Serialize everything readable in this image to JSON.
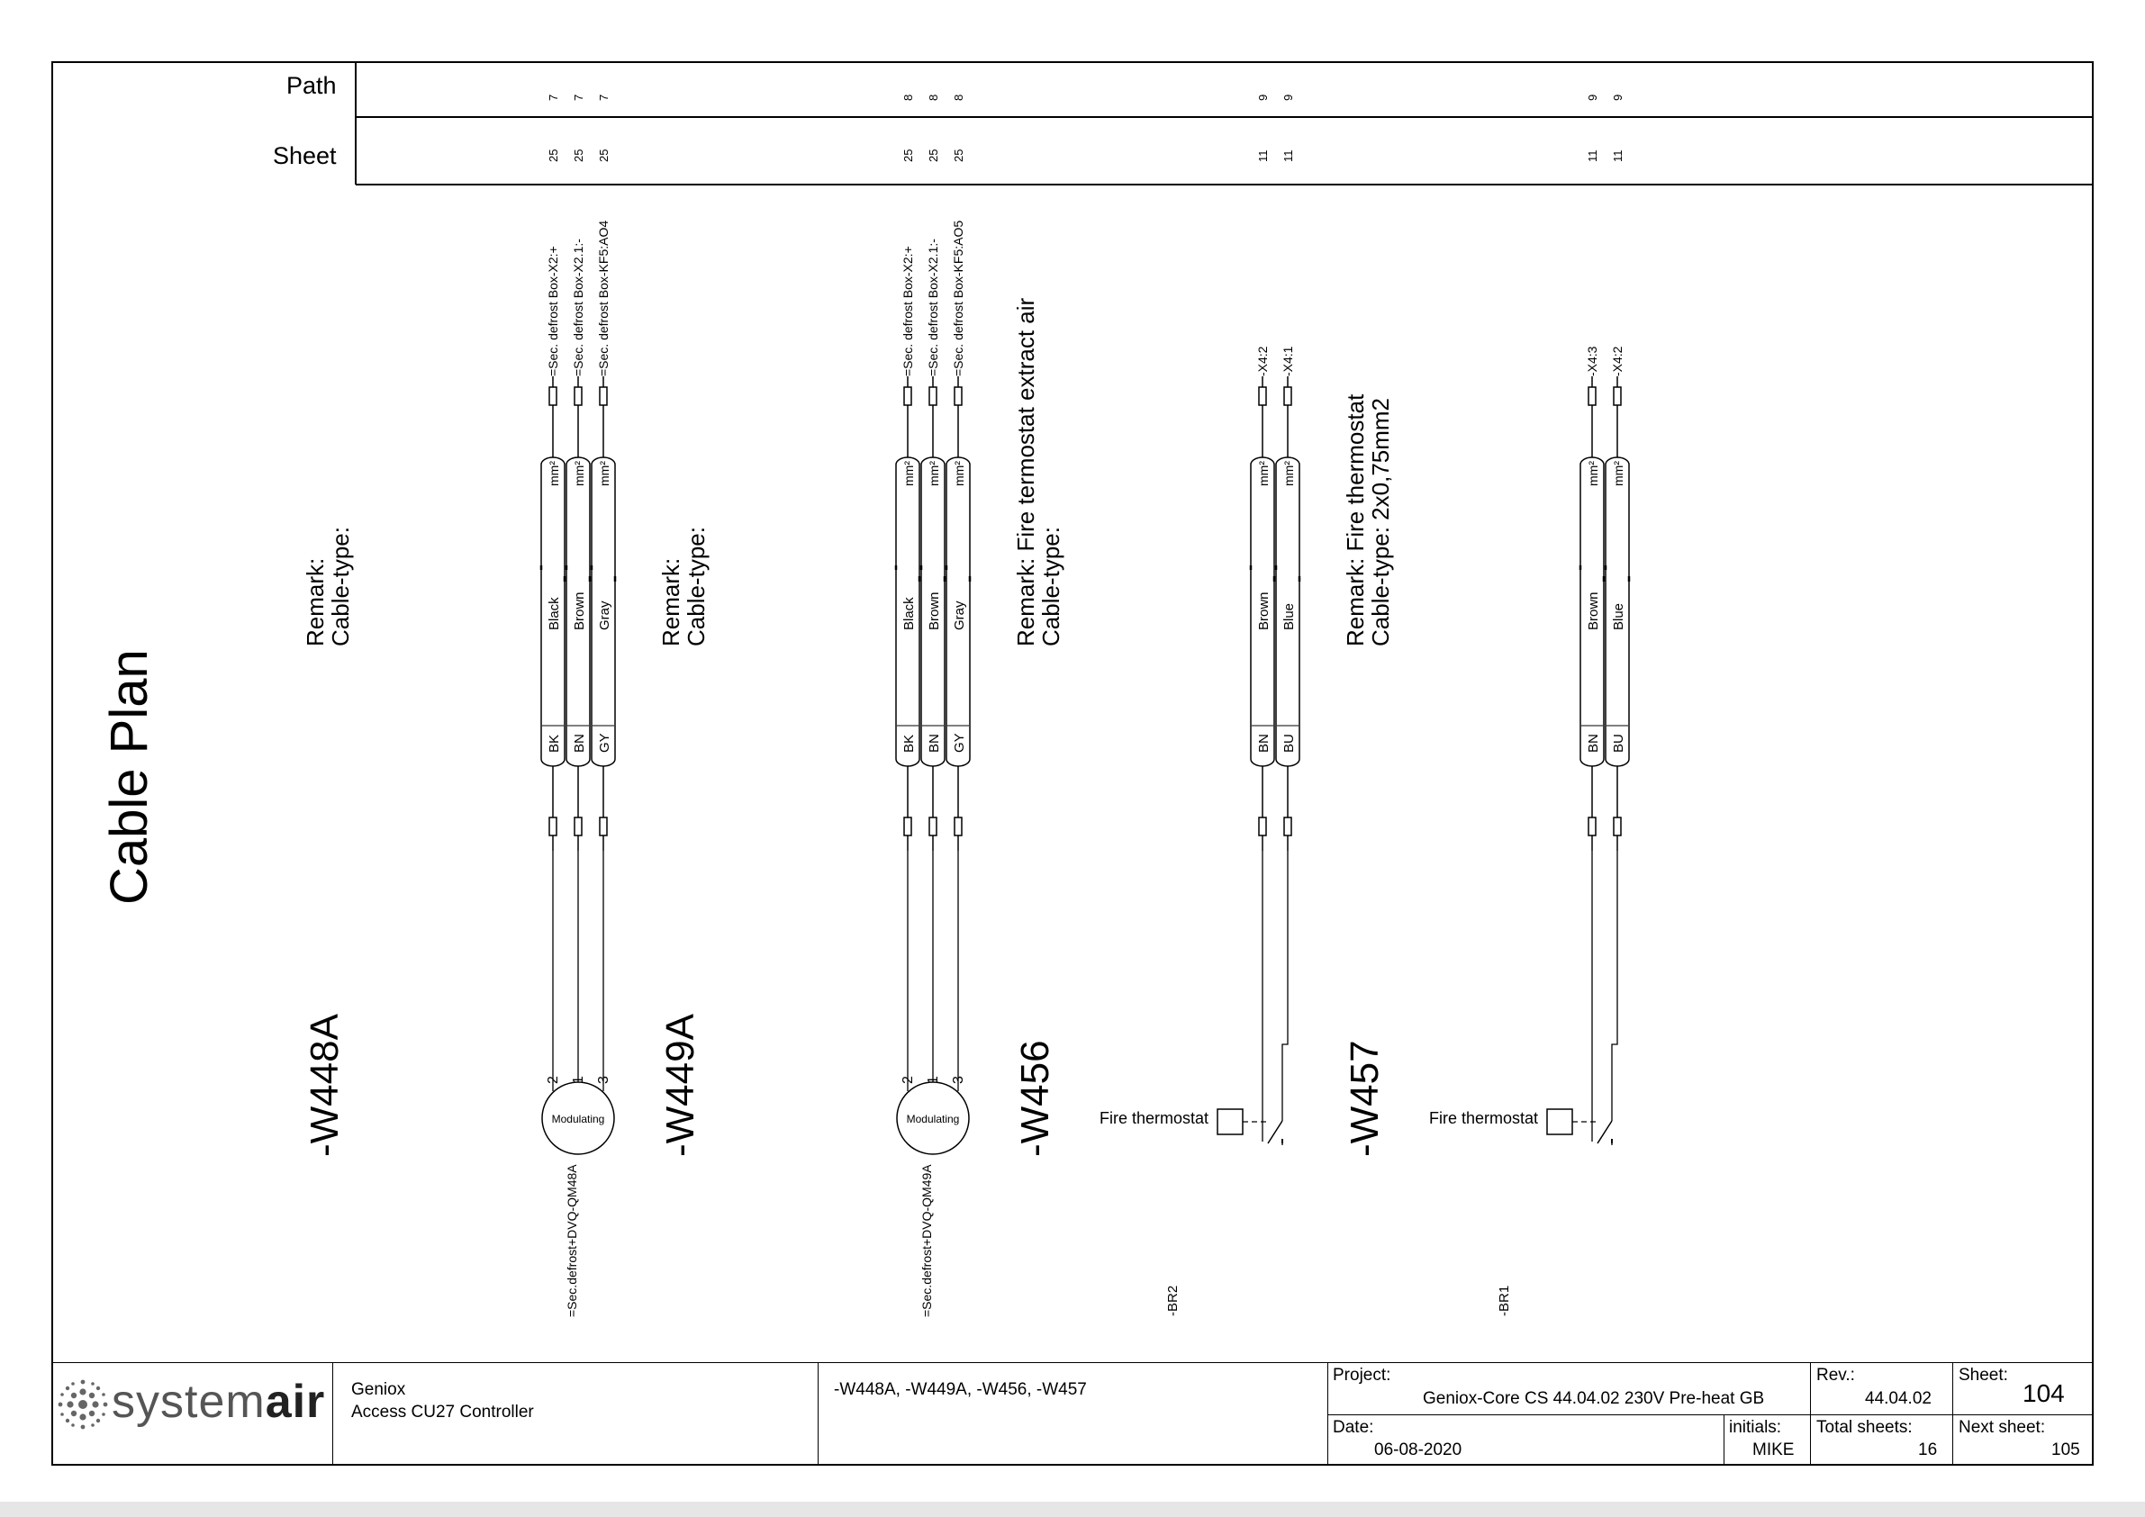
{
  "title": "Cable Plan",
  "header": {
    "path_label": "Path",
    "sheet_label": "Sheet"
  },
  "cables": [
    {
      "id": "-W448A",
      "remark": "Remark:",
      "cable_type": "Cable-type:",
      "paths": [
        "7",
        "7",
        "7"
      ],
      "sheets": [
        "25",
        "25",
        "25"
      ],
      "terminals": [
        "=Sec. defrost Box-X2:+",
        "=Sec. defrost Box-X2.1:-",
        "=Sec. defrost Box-KF5:AO4"
      ],
      "wires": [
        {
          "color": "Black",
          "code": "BK",
          "unit": "mm²"
        },
        {
          "color": "Brown",
          "code": "BN",
          "unit": "mm²"
        },
        {
          "color": "Gray",
          "code": "GY",
          "unit": "mm²"
        }
      ],
      "device": {
        "type": "Modulating",
        "pins": [
          "2",
          "1",
          "3"
        ],
        "tag": "=Sec.defrost+DVQ-QM48A"
      }
    },
    {
      "id": "-W449A",
      "remark": "Remark:",
      "cable_type": "Cable-type:",
      "paths": [
        "8",
        "8",
        "8"
      ],
      "sheets": [
        "25",
        "25",
        "25"
      ],
      "terminals": [
        "=Sec. defrost Box-X2:+",
        "=Sec. defrost Box-X2.1:-",
        "=Sec. defrost Box-KF5:AO5"
      ],
      "wires": [
        {
          "color": "Black",
          "code": "BK",
          "unit": "mm²"
        },
        {
          "color": "Brown",
          "code": "BN",
          "unit": "mm²"
        },
        {
          "color": "Gray",
          "code": "GY",
          "unit": "mm²"
        }
      ],
      "device": {
        "type": "Modulating",
        "pins": [
          "2",
          "1",
          "3"
        ],
        "tag": "=Sec.defrost+DVQ-QM49A"
      }
    },
    {
      "id": "-W456",
      "remark": "Remark: Fire termostat extract air",
      "cable_type": "Cable-type:",
      "paths": [
        "9",
        "9"
      ],
      "sheets": [
        "11",
        "11"
      ],
      "terminals": [
        "-X4:2",
        "-X4:1"
      ],
      "wires": [
        {
          "color": "Brown",
          "code": "BN",
          "unit": "mm²"
        },
        {
          "color": "Blue",
          "code": "BU",
          "unit": "mm²"
        }
      ],
      "device": {
        "type": "Fire thermostat",
        "tag": "-BR2"
      }
    },
    {
      "id": "-W457",
      "remark": "Remark: Fire thermostat",
      "cable_type": "Cable-type: 2x0,75mm2",
      "paths": [
        "9",
        "9"
      ],
      "sheets": [
        "11",
        "11"
      ],
      "terminals": [
        "-X4:3",
        "-X4:2"
      ],
      "wires": [
        {
          "color": "Brown",
          "code": "BN",
          "unit": "mm²"
        },
        {
          "color": "Blue",
          "code": "BU",
          "unit": "mm²"
        }
      ],
      "device": {
        "type": "Fire thermostat",
        "tag": "-BR1"
      }
    }
  ],
  "title_block": {
    "logo_text_light": "system",
    "logo_text_bold": "air",
    "product": "Geniox",
    "controller": "Access CU27 Controller",
    "cables_list": "-W448A, -W449A, -W456, -W457",
    "project_label": "Project:",
    "project_value": "Geniox-Core CS 44.04.02 230V Pre-heat  GB",
    "rev_label": "Rev.:",
    "rev_value": "44.04.02",
    "sheet_label": "Sheet:",
    "sheet_value": "104",
    "date_label": "Date:",
    "date_value": "06-08-2020",
    "initials_label": "initials:",
    "initials_value": "MIKE",
    "total_label": "Total sheets:",
    "total_value": "16",
    "next_label": "Next sheet:",
    "next_value": "105"
  }
}
